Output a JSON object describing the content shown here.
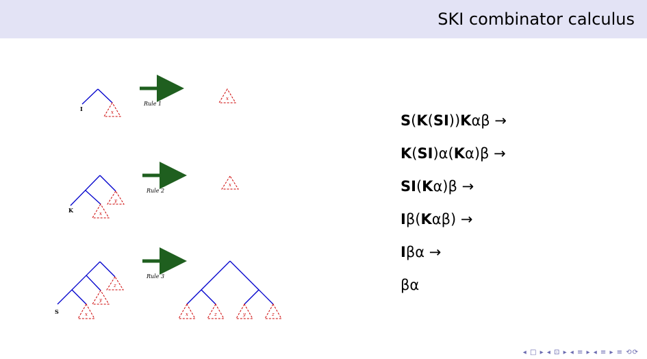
{
  "header": {
    "title": "SKI combinator calculus"
  },
  "rules": [
    {
      "label": "Rule 1",
      "root": "I",
      "leaves": [
        "x"
      ],
      "result_leaves": [
        "x"
      ]
    },
    {
      "label": "Rule 2",
      "root": "K",
      "leaves": [
        "x",
        "y"
      ],
      "result_leaves": [
        "x"
      ]
    },
    {
      "label": "Rule 3",
      "root": "S",
      "leaves": [
        "x",
        "y",
        "z"
      ],
      "result_leaves": [
        "x",
        "z",
        "y",
        "z"
      ]
    }
  ],
  "derivation": [
    "S(K(SI))Kαβ →",
    "K(SI)α(Kα)β →",
    "SI(Kα)β →",
    "Iβ(Kαβ) →",
    "Iβα →",
    "βα"
  ],
  "colors": {
    "edge": "#0000cc",
    "leaf": "#cc0000",
    "arrow": "#1f5f1f",
    "header_bg": "#e3e3f5"
  },
  "nav": {
    "symbols": "◂ □ ▸ ◂ ⊡ ▸ ◂ ≡ ▸ ◂ ≡ ▸ ≡ ⟲⟳"
  }
}
